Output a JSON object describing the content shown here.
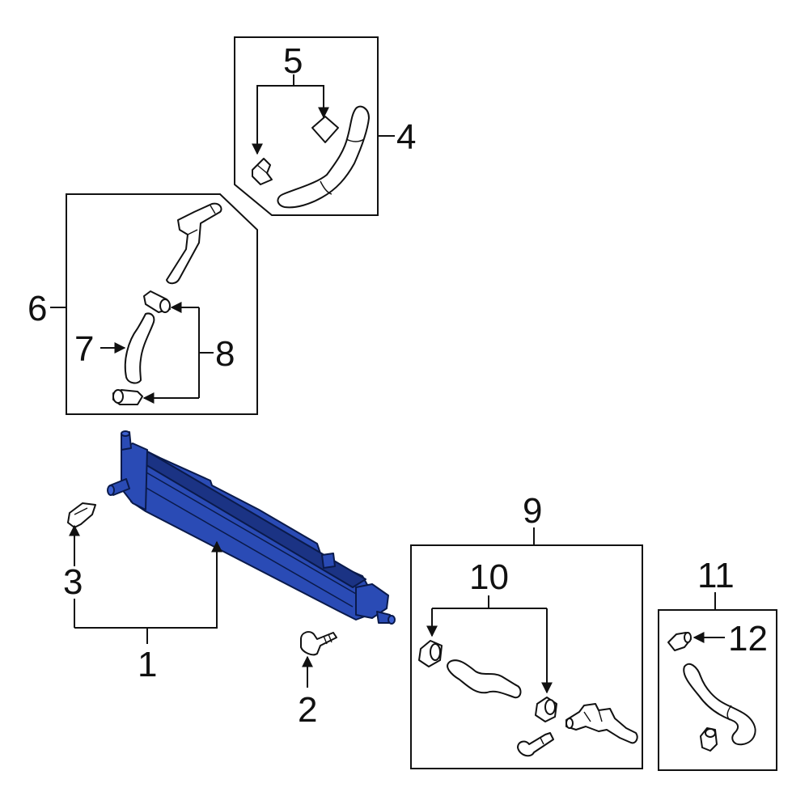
{
  "callouts": [
    {
      "id": "1",
      "label": "1"
    },
    {
      "id": "2",
      "label": "2"
    },
    {
      "id": "3",
      "label": "3"
    },
    {
      "id": "4",
      "label": "4"
    },
    {
      "id": "5",
      "label": "5"
    },
    {
      "id": "6",
      "label": "6"
    },
    {
      "id": "7",
      "label": "7"
    },
    {
      "id": "8",
      "label": "8"
    },
    {
      "id": "9",
      "label": "9"
    },
    {
      "id": "10",
      "label": "10"
    },
    {
      "id": "11",
      "label": "11"
    },
    {
      "id": "12",
      "label": "12"
    }
  ],
  "colors": {
    "highlight": "#2a4bb5",
    "highlight_dark": "#1b3384",
    "line": "#111111",
    "background": "#ffffff"
  },
  "highlighted_part": "1"
}
